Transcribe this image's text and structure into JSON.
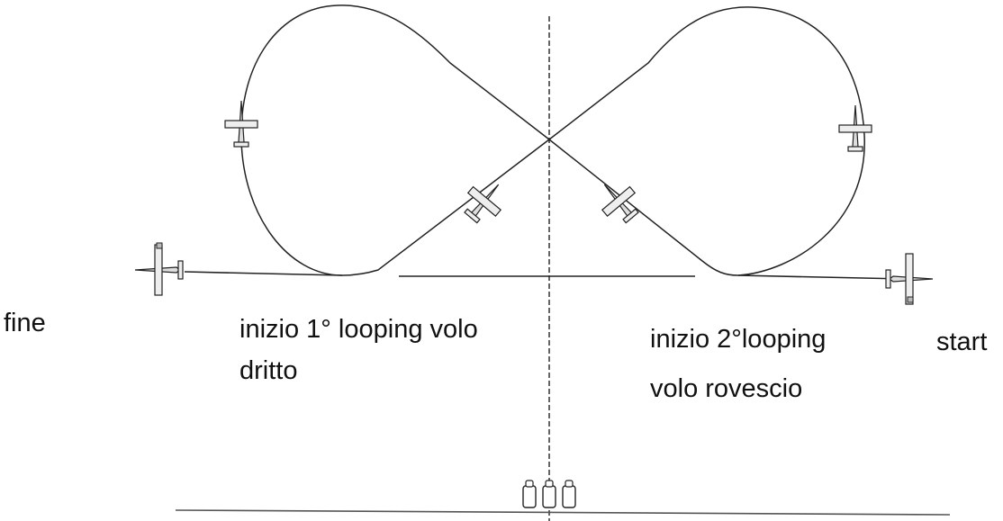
{
  "labels": {
    "fine": "fine",
    "loop1_line1": "inizio 1° looping volo",
    "loop1_line2": "dritto",
    "loop2_line1": "inizio 2°looping",
    "loop2_line2": "volo rovescio",
    "start": "start"
  },
  "icons": [
    "airplane-icon",
    "judge-icon"
  ],
  "colors": {
    "line": "#222222",
    "text": "#111111"
  }
}
